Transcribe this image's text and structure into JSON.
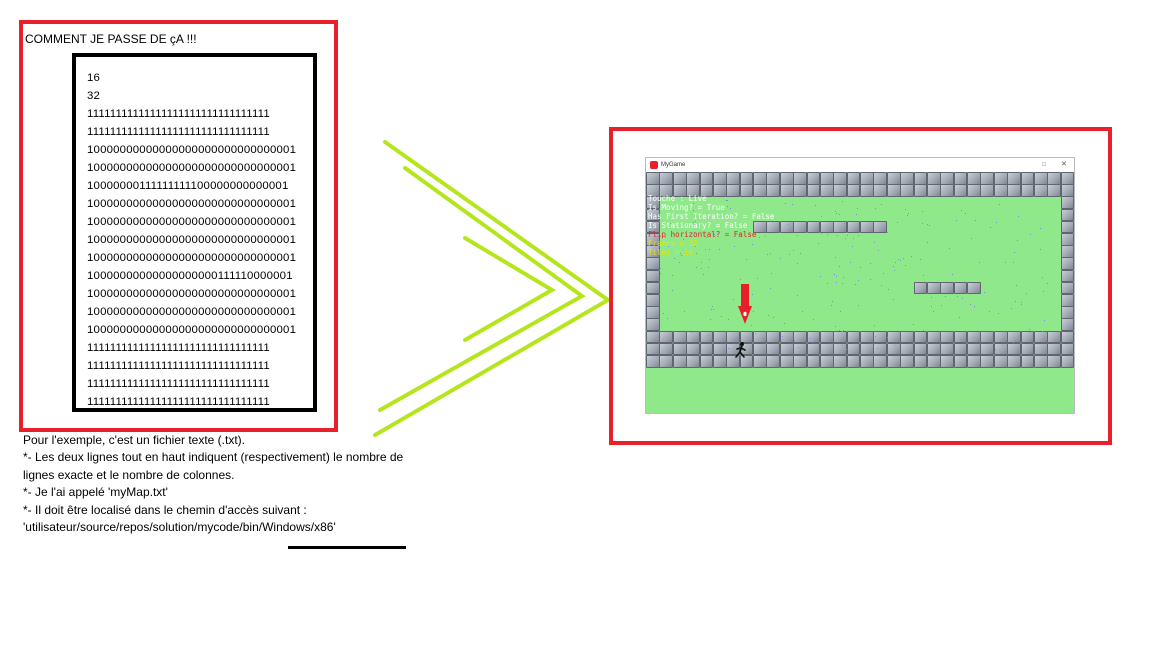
{
  "left_panel": {
    "title": "COMMENT JE PASSE DE çA !!!",
    "file_lines": [
      "16",
      "32",
      "11111111111111111111111111111111",
      "11111111111111111111111111111111",
      "10000000000000000000000000000001",
      "10000000000000000000000000000001",
      "10000000111111111100000000000001",
      "10000000000000000000000000000001",
      "10000000000000000000000000000001",
      "10000000000000000000000000000001",
      "10000000000000000000000000000001",
      "10000000000000000000111110000001",
      "10000000000000000000000000000001",
      "10000000000000000000000000000001",
      "10000000000000000000000000000001",
      "11111111111111111111111111111111",
      "11111111111111111111111111111111",
      "11111111111111111111111111111111",
      "11111111111111111111111111111111"
    ]
  },
  "notes": [
    "Pour l'exemple, c'est un fichier texte (.txt).",
    "*- Les deux lignes tout en haut indiquent (respectivement) le nombre de",
    "lignes exacte et le nombre de colonnes.",
    "*- Je l'ai appelé 'myMap.txt'",
    "*- Il doit être localisé dans le chemin d'accès suivant :",
    "'utilisateur/source/repos/solution/mycode/bin/Windows/x86'"
  ],
  "game": {
    "window_title": "MyGame",
    "max_button": "□",
    "close_button": "✕",
    "debug_lines": [
      {
        "text": "Touche : Live",
        "color": "#ffffff"
      },
      {
        "text": "Is Moving? = True",
        "color": "#ffffff"
      },
      {
        "text": "Has First Iteration? = False",
        "color": "#ffffff"
      },
      {
        "text": "Is Stationary? = False",
        "color": "#ffffff"
      },
      {
        "text": "Flip horizontal? = False",
        "color": "#e8202a"
      },
      {
        "text": "Frames = 32",
        "color": "#e6e600"
      },
      {
        "text": "Tiles = 16",
        "color": "#e6e600"
      }
    ]
  },
  "colors": {
    "frame_red": "#e8202a",
    "arrow_green": "#b5e61d",
    "grass": "#8fe98a"
  }
}
